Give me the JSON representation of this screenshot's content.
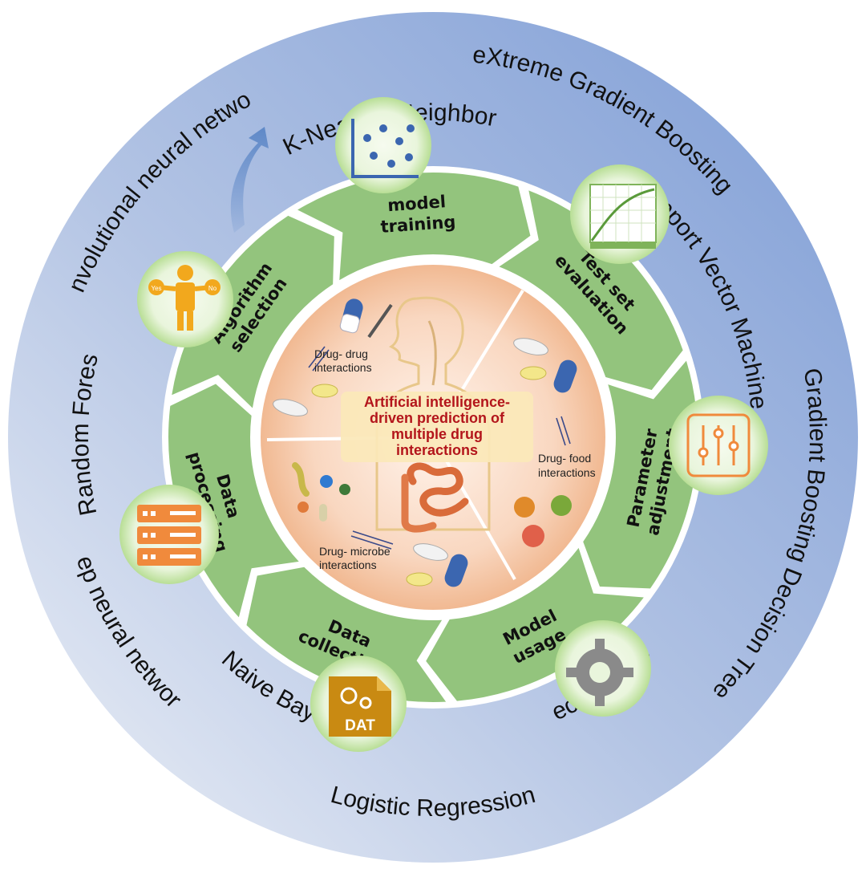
{
  "colors": {
    "outer_ring": "#8fa9d9",
    "outer_ring_light": "#dfe6f3",
    "segment_green": "#93c47d",
    "icon_glow": "#cfe8b8",
    "center_peach": "#f6c7a8",
    "title_red": "#b3151b",
    "title_box": "#fbe8b8",
    "accent_orange": "#f08a3c",
    "accent_blue": "#3b66b0",
    "arrow_blue": "#5b86c6"
  },
  "outer_algorithms": {
    "xgboost": "eXtreme Gradient Boosting",
    "knn": "K-Nearest Neighbor",
    "cnn": "Convolutional neural networks",
    "svm": "Support Vector Machine",
    "random_forest": "Random Forest",
    "gbdt": "Gradient Boosting Decision Tree",
    "dnn": "Deep neural networks",
    "decision_tree": "Decision Tree",
    "naive_bayes": "Naive Bayes",
    "logistic_regression": "Logistic Regression"
  },
  "workflow_steps": {
    "model_training": [
      "model",
      "training"
    ],
    "test_set_evaluation": [
      "Test set",
      "evaluation"
    ],
    "parameter_adjustment": [
      "Parameter",
      "adjustment"
    ],
    "model_usage": [
      "Model",
      "usage"
    ],
    "data_collection": [
      "Data",
      "collection"
    ],
    "data_processing": [
      "Data",
      "processing"
    ],
    "algorithm_selection": [
      "Algorithm",
      "selection"
    ]
  },
  "icons": {
    "knn": "scatter-plot-icon",
    "svm": "curve-chart-icon",
    "algorithm": "decision-person-icon",
    "algorithm_yes": "Yes",
    "algorithm_no": "No",
    "parameter": "sliders-icon",
    "processing": "server-rack-icon",
    "usage": "gear-icon",
    "collection": "data-file-icon",
    "collection_text": "DAT"
  },
  "center": {
    "title_lines": [
      "Artificial intelligence-",
      "driven prediction of",
      "multiple drug",
      "interactions"
    ],
    "drug_drug": [
      "Drug- drug",
      "interactions"
    ],
    "drug_food": [
      "Drug- food",
      "interactions"
    ],
    "drug_microbe": [
      "Drug- microbe",
      "interactions"
    ]
  }
}
